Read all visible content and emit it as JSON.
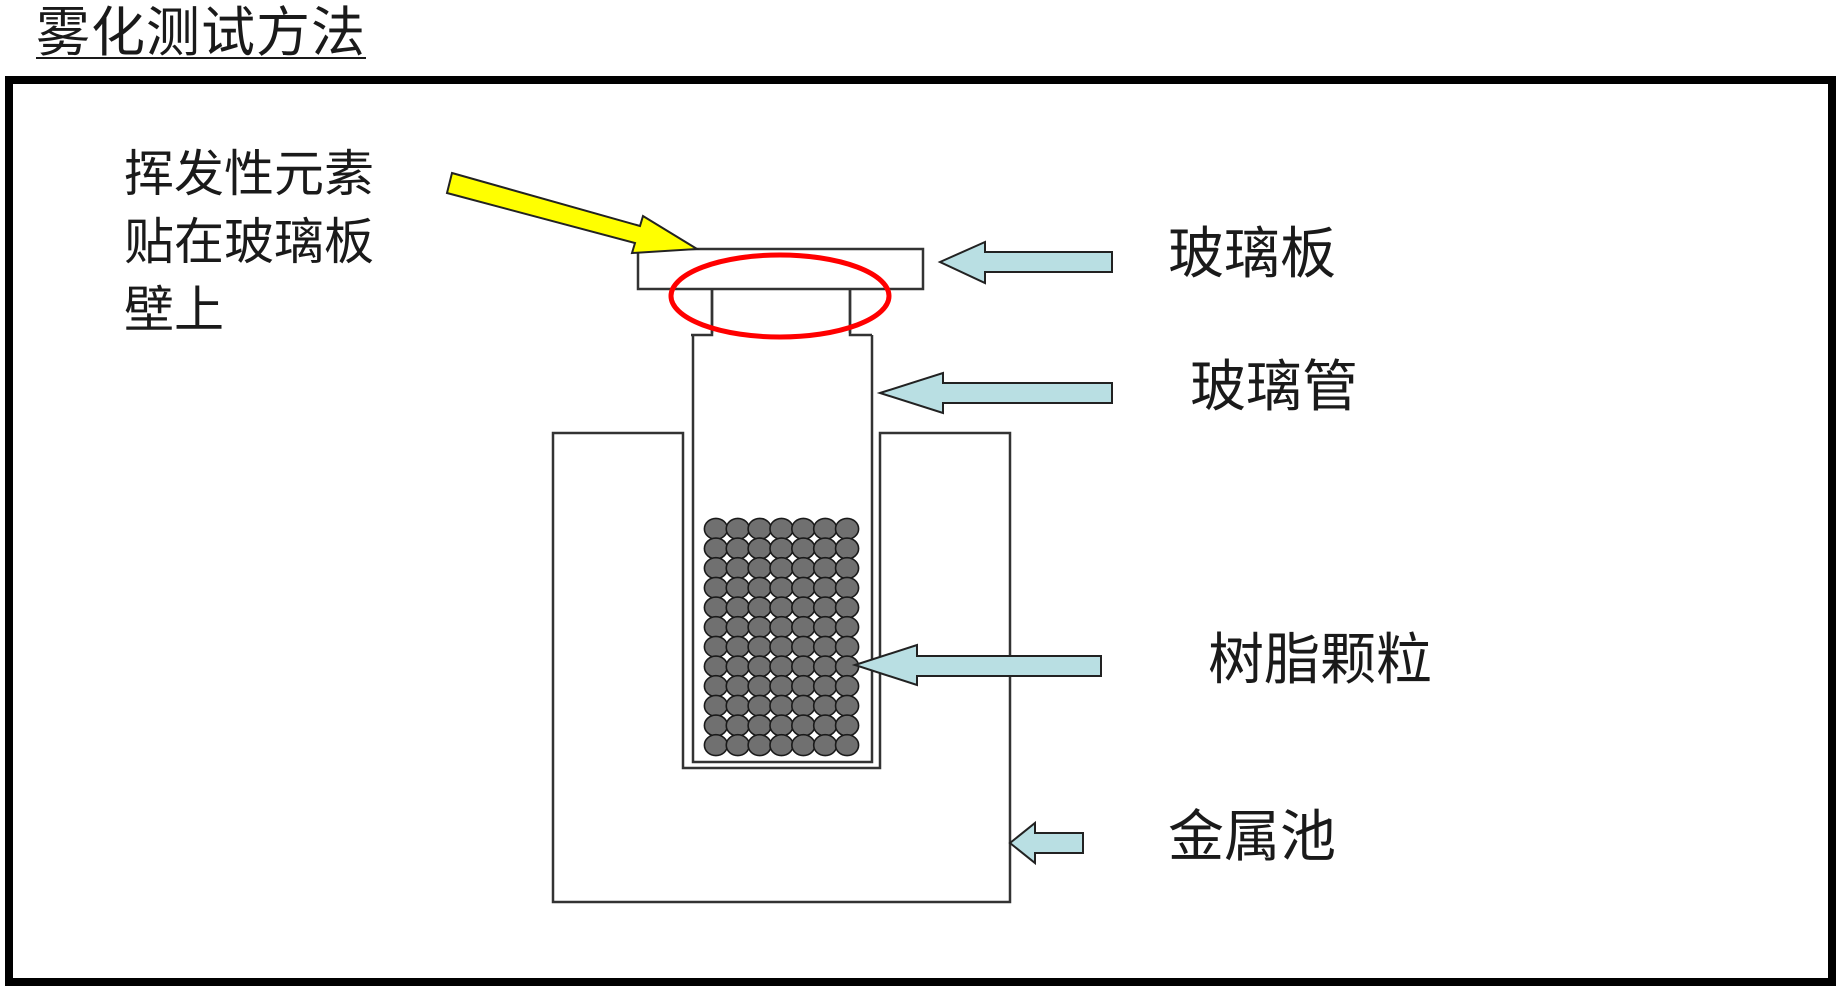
{
  "title": "雾化测试方法",
  "note": {
    "lines": [
      "挥发性元素",
      "贴在玻璃板",
      "壁上"
    ]
  },
  "labels": {
    "glass_plate": "玻璃板",
    "glass_tube": "玻璃管",
    "resin_pellets": "树脂颗粒",
    "metal_bath": "金属池"
  },
  "pellets": {
    "columns": 7,
    "rows": 12
  },
  "colors": {
    "frame": "#000000",
    "highlight_arrow": "#ffff00",
    "pointer_arrow": "#b9dfe3",
    "highlight_ellipse": "#ff0000",
    "pellet": "#707070",
    "line": "#333333"
  }
}
